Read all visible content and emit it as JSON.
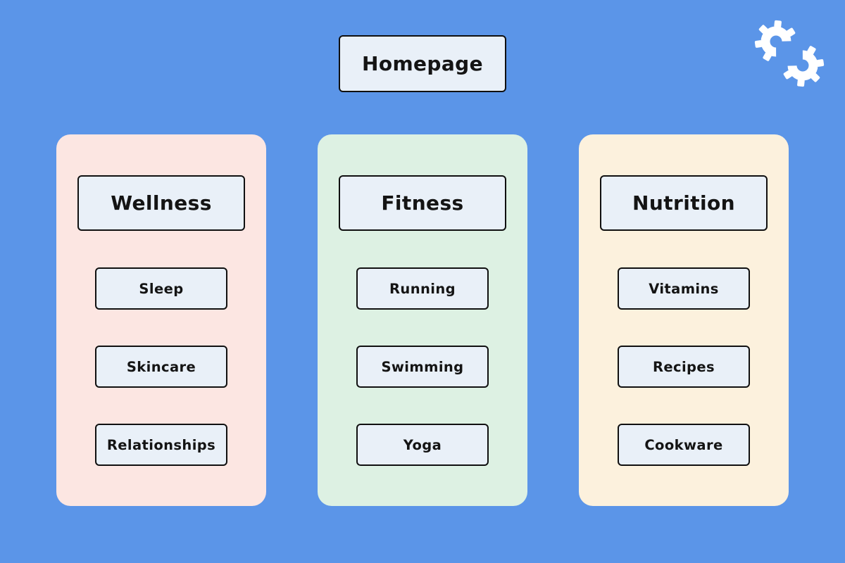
{
  "diagram": {
    "root": {
      "label": "Homepage"
    },
    "columns": [
      {
        "title": "Wellness",
        "card_color": "#fce6e2",
        "items": [
          "Sleep",
          "Skincare",
          "Relationships"
        ]
      },
      {
        "title": "Fitness",
        "card_color": "#ddf1e3",
        "items": [
          "Running",
          "Swimming",
          "Yoga"
        ]
      },
      {
        "title": "Nutrition",
        "card_color": "#fcf1dd",
        "items": [
          "Vitamins",
          "Recipes",
          "Cookware"
        ]
      }
    ]
  },
  "logo": {
    "name": "interlocking-gears-logo",
    "color": "#ffffff"
  },
  "colors": {
    "background": "#5b95e8",
    "node_fill": "#e9f0f8",
    "node_border": "#101010",
    "node_text": "#141414"
  }
}
